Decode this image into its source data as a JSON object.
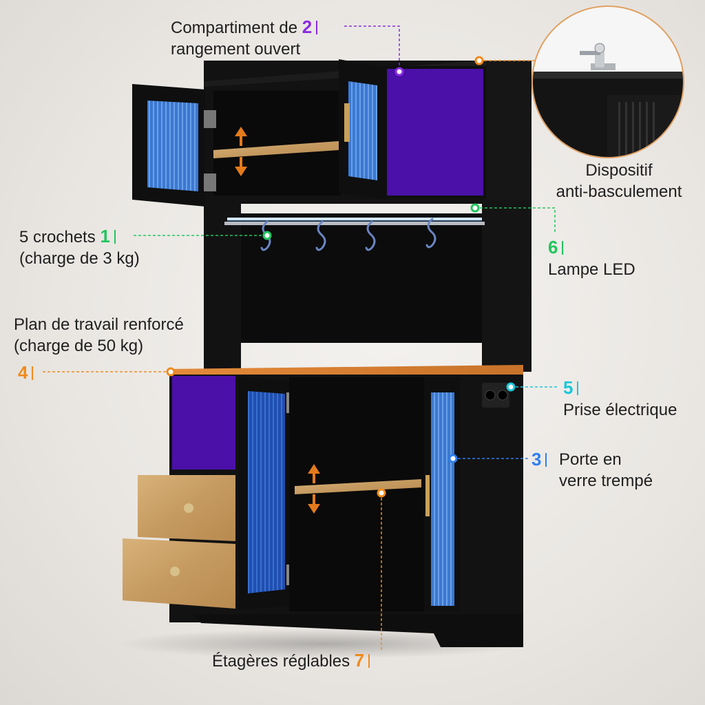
{
  "colors": {
    "purple": "#8a2be2",
    "green": "#22c55e",
    "orange": "#f08a1c",
    "cyan": "#19c7d9",
    "blue": "#2f7ff0",
    "cabinet": "#111111",
    "glass_blue": "#3f7fd6",
    "glass_purple": "#4a10a8",
    "wood": "#c89a5c"
  },
  "callouts": {
    "c1": {
      "text_line1": "5 crochets",
      "num": "1",
      "text_line2": "(charge de 3 kg)"
    },
    "c2": {
      "text_line1": "Compartiment de",
      "num": "2",
      "text_line2": "rangement ouvert"
    },
    "c3": {
      "num": "3",
      "text_line1": "Porte en",
      "text_line2": "verre trempé"
    },
    "c4": {
      "text_line1": "Plan de travail renforcé",
      "text_line2": "(charge de 50 kg)",
      "num": "4"
    },
    "c5": {
      "num": "5",
      "text_line1": "Prise électrique"
    },
    "c6": {
      "num": "6",
      "text_line1": "Lampe LED"
    },
    "c7": {
      "text_line1": "Étagères réglables",
      "num": "7"
    },
    "anti": {
      "text_line1": "Dispositif",
      "text_line2": "anti-basculement"
    }
  }
}
